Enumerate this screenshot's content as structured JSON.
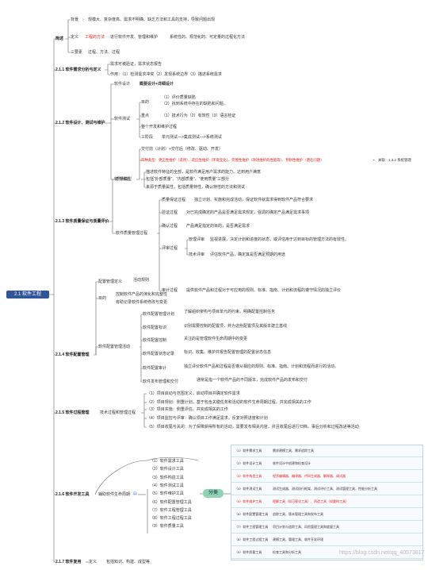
{
  "root": {
    "label": "2.1 软件工程"
  },
  "s0": {
    "title": "简述",
    "bg": "背景",
    "bg_text": "规模大、复杂度高、需求不明确、缺乏方法和工具的支持，导致问题出现",
    "def": "定义",
    "def_red": "工程的方法",
    "def_text": "进行软件开发、管理和维护",
    "def_tail": "系统性的、规范化的、可定量的过程化方法",
    "three": "三要素",
    "three_text": "过程、方法、过程"
  },
  "s1": {
    "title": "2.1.1 软件需求分析与定义",
    "a": "需求可被验证，需求状态报告",
    "b": "作用：（1）检测需求冲突（2）发现系统边界（3）描述系统需求"
  },
  "s2": {
    "title": "2.1.2 软件设计、测试与维护",
    "design": "软件设计",
    "design_text": "概要设计+详细设计",
    "test": "软件测试",
    "target": "目的",
    "target_1": "（1）评价质量缺陷",
    "target_2": "（2）找到系统中存在的缺陷和问题。",
    "focus": "重点",
    "focus_text": "（1）技术行为（2）有效性（3）语言检证",
    "flow": "整个开发和维护过程",
    "three_stage": "三阶段",
    "three_stage_text": "单元测试—>集成测试—>系统测试",
    "maint": "软件维护",
    "maint_a": "交付前（计划）+交付后（修改、驱动、开发）",
    "maint_types": "四种类型：更正性维护（适用）、适应性维护（环境变化）、完善性维护（改进维护的性能等）、预防性维护（潜在问题）",
    "maint_note": "关联：1.3.2 系统管理"
  },
  "s3": {
    "title": "2.1.3 软件质量保证与质量评价",
    "model": "质量模型",
    "model_a": "描述软件特征的全部，是软件满足用户需求的能力。达到用户满意",
    "model_b": "包括“外部质量”、“内部质量”、“使用质量”三部分",
    "model_c": "来源于质量属性，包括质量特性，确认特性的方法和测试",
    "mgmt": "软件质量管理过程",
    "p1": "质量保证过程",
    "p1_text": "独立计划、实施和完成活动，保证软件就需求得到软件产品符合要求",
    "p2": "验证过程",
    "p2_text": "对已完成确定的产品是否满足需求规定，强调的确定产品满足需求事项",
    "p3": "确认过程",
    "p3_text": "产品满足指定的目的，是否满足需求",
    "p4": "评审过程",
    "p4a": "管理评审",
    "p4a_text": "监视进展，决定计划和进度的状态，或评估用于达到目标的管理方法的有效性。",
    "p4b": "技术评审",
    "p4b_text": "评估软件产品，确定其是否满足预期的用途",
    "p5": "审计过程",
    "p5_text": "提供软件产品和过程对于可应用的规则、标准、指南、计划和流程的遵守情况的独立评价"
  },
  "s4": {
    "title": "2.1.4 软件配置管理",
    "cfg": "配置管理定义",
    "cfg_text": "活动规则",
    "purpose": "目的",
    "purpose_a": "控制软件产品的演化和完整性",
    "purpose_b": "有助记录软件系统修改与变更",
    "act": "软件配置管理活动",
    "a1": "软件配置管理计划",
    "a1_text": "了解组织架构与项目单元的约束，明确配置控制任务",
    "a2": "软件配置标识",
    "a2_text": "识别需要控制的配置项，并为这些配置项及其版本建立基线",
    "a3": "软件配置控制",
    "a3_text": "关注的是管理软件生命周期中的变更",
    "a4": "软件配置状态记录",
    "a4_text": "标识、收集、维护并报告配置管理的配置状态信息",
    "a5": "软件配置审计",
    "a5_text": "独立评价软件产品和过程是否遵从相应的规则、标准、指南、计划和流程而进行的活动。",
    "a6": "软件发布管理和交付",
    "a6_text": "通常是指一个软件产品的不同版本，完成软件产品的发布和交付"
  },
  "s5": {
    "title": "2.1.5 软件过程管理",
    "sub": "技术过程和管理过程",
    "l1": "（1）项目启动与范围定义，启动项目并确定软件需求",
    "l2": "（2）项目规划：侧重计划，基于包含关键任务和活动的软件生命周期过程，并完成相关的工作",
    "l3": "（3）项目实施：侧重评估，并完成相关的工作",
    "l4": "（4）项目监控与评审：确认项目工作满足需求，反复对照进度和计划",
    "l5": "（5）项目收尾与关闭：为了保障获得所有的活动，需要发布相关内容，并且收尾后进行归档，事后分析和过程改进等活动"
  },
  "s6": {
    "title": "2.1.6 软件开发工具",
    "sub": "辅助软件生命周期",
    "tools": [
      "（1）软件需求工具",
      "（2）软件设计工具",
      "（3）软件构造工具",
      "（4）软件测试工具",
      "（5）软件维护工具",
      "（6）软件配置管理工具",
      "（7）软件工程管理工具",
      "（8）软件工程过程工具",
      "（9）软件质量工具"
    ],
    "fenlei": "分类",
    "table": [
      [
        "（1）软件需求工具",
        "需求建模工具、需求追踪工具"
      ],
      [
        "（2）软件设计工具",
        "软件设计中创建和检查设计"
      ],
      [
        "（3）软件构造工具",
        "程序编辑器、编译器、代码生成器、解释器、调试器"
      ],
      [
        "（4）软件测试工具",
        "测试生成器、测试执行框架、测试评价工具、测试管理工具、性能分析工具"
      ],
      [
        "（5）软件维护工具",
        "理解工具（如可视化工具）、再造工具（如重构工具）"
      ],
      [
        "（6）软件配置管理工具",
        "追踪工具、版本管理工具和发布工具"
      ],
      [
        "（7）软件工程管理工具",
        "项目计划与追踪工具、风险管理工具和度量工具"
      ],
      [
        "（8）软件工程过程工具",
        "建模工具、管理工具、软件开发环境"
      ],
      [
        "（9）软件质量工具",
        "检查工具和分析工具"
      ]
    ]
  },
  "s7": {
    "title": "2.1.7 软件复用",
    "def": "定义",
    "text": "包括知识、构建、成型等"
  },
  "watermark": "https://blog.csdn.net/qq_40573817"
}
